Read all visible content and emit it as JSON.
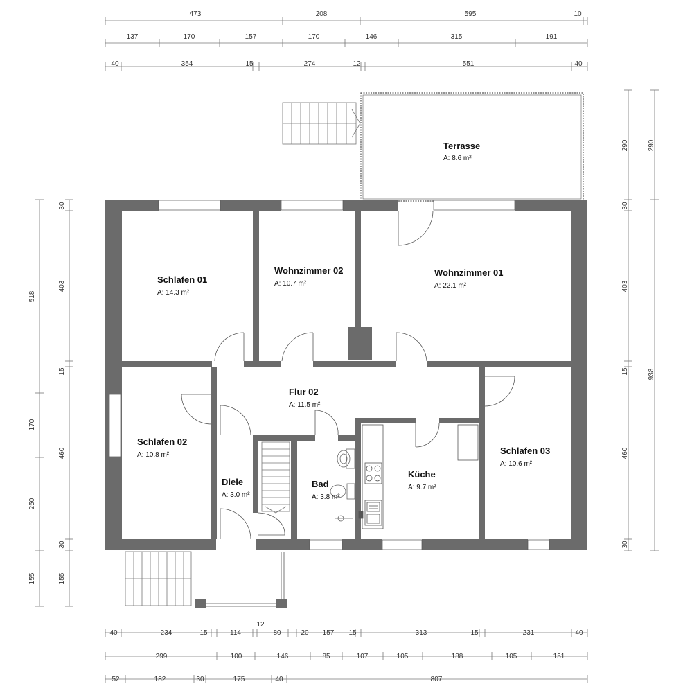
{
  "colors": {
    "wall": "#6b6b6b",
    "line": "#555555",
    "dim_line": "#777777",
    "background": "#ffffff"
  },
  "rooms": {
    "terrasse": {
      "name": "Terrasse",
      "area": "A: 8.6 m²"
    },
    "schlafen01": {
      "name": "Schlafen 01",
      "area": "A: 14.3 m²"
    },
    "wohnzimmer02": {
      "name": "Wohnzimmer 02",
      "area": "A: 10.7 m²"
    },
    "wohnzimmer01": {
      "name": "Wohnzimmer 01",
      "area": "A: 22.1 m²"
    },
    "flur02": {
      "name": "Flur 02",
      "area": "A: 11.5 m²"
    },
    "schlafen02": {
      "name": "Schlafen 02",
      "area": "A: 10.8 m²"
    },
    "diele": {
      "name": "Diele",
      "area": "A: 3.0 m²"
    },
    "bad": {
      "name": "Bad",
      "area": "A: 3.8 m²"
    },
    "kueche": {
      "name": "Küche",
      "area": "A: 9.7 m²"
    },
    "schlafen03": {
      "name": "Schlafen 03",
      "area": "A: 10.6 m²"
    }
  },
  "dimensions": {
    "top_row1": [
      "473",
      "208",
      "595",
      "10"
    ],
    "top_row2": [
      "137",
      "170",
      "157",
      "170",
      "146",
      "315",
      "191"
    ],
    "top_row3": [
      "40",
      "354",
      "15",
      "274",
      "12",
      "551",
      "40"
    ],
    "bottom_row1": [
      "40",
      "234",
      "15",
      "114",
      "12",
      "80",
      "20",
      "157",
      "15",
      "313",
      "15",
      "231",
      "40"
    ],
    "bottom_row2": [
      "299",
      "100",
      "146",
      "85",
      "107",
      "105",
      "188",
      "105",
      "151"
    ],
    "bottom_row3": [
      "52",
      "182",
      "30",
      "175",
      "40",
      "807"
    ],
    "left_outer": [
      "518",
      "170",
      "250",
      "155"
    ],
    "left_inner": [
      "30",
      "403",
      "15",
      "460",
      "30",
      "155"
    ],
    "right_inner": [
      "290",
      "30",
      "403",
      "15",
      "460",
      "30"
    ],
    "right_outer": [
      "290",
      "938"
    ]
  }
}
